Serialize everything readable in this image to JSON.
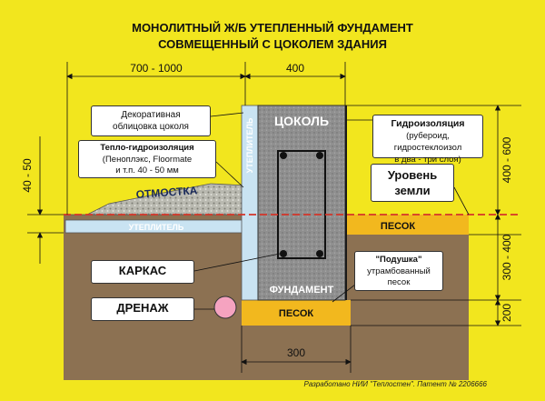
{
  "title": {
    "line1": "МОНОЛИТНЫЙ Ж/Б УТЕПЛЕННЫЙ ФУНДАМЕНТ",
    "line2": "СОВМЕЩЕННЫЙ С ЦОКОЛЕМ ЗДАНИЯ"
  },
  "dimensions": {
    "top_left": "700 - 1000",
    "top_right": "400",
    "left_vertical": "40 - 50",
    "right_upper": "400 - 600",
    "right_middle": "300 - 400",
    "right_lower": "200",
    "bottom": "300"
  },
  "labels": {
    "decor_line1": "Декоративная",
    "decor_line2": "облицовка цоколя",
    "insul_title": "Тепло-гидроизоляция",
    "insul_line1": "(Пеноплэкс, Floormate",
    "insul_line2": "и т.п. 40 - 50 мм",
    "waterproof_title": "Гидроизоляция",
    "waterproof_line1": "(рубероид, гидростеклоизол",
    "waterproof_line2": "в два - три слоя)",
    "ground_line1": "Уровень",
    "ground_line2": "земли",
    "cushion_title": "\"Подушка\"",
    "cushion_line1": "утрамбованный",
    "cushion_line2": "песок",
    "frame": "КАРКАС",
    "drainage": "ДРЕНАЖ",
    "plinth": "ЦОКОЛЬ",
    "foundation": "ФУНДАМЕНТ",
    "sand_right": "ПЕСОК",
    "sand_bottom": "ПЕСОК",
    "blind_area": "ОТМОСТКА",
    "insulation_horizontal": "УТЕПЛИТЕЛЬ",
    "insulation_vertical": "УТЕПЛИТЕЛЬ"
  },
  "footer": "Разработано НИИ \"Теплостен\". Патент № 2206666",
  "colors": {
    "background": "#f2e61e",
    "soil": "#8c7152",
    "sand": "#f2b81e",
    "insulation": "#c9e3f2",
    "concrete": "#8f8f8f",
    "ground_line": "#d4352a"
  }
}
